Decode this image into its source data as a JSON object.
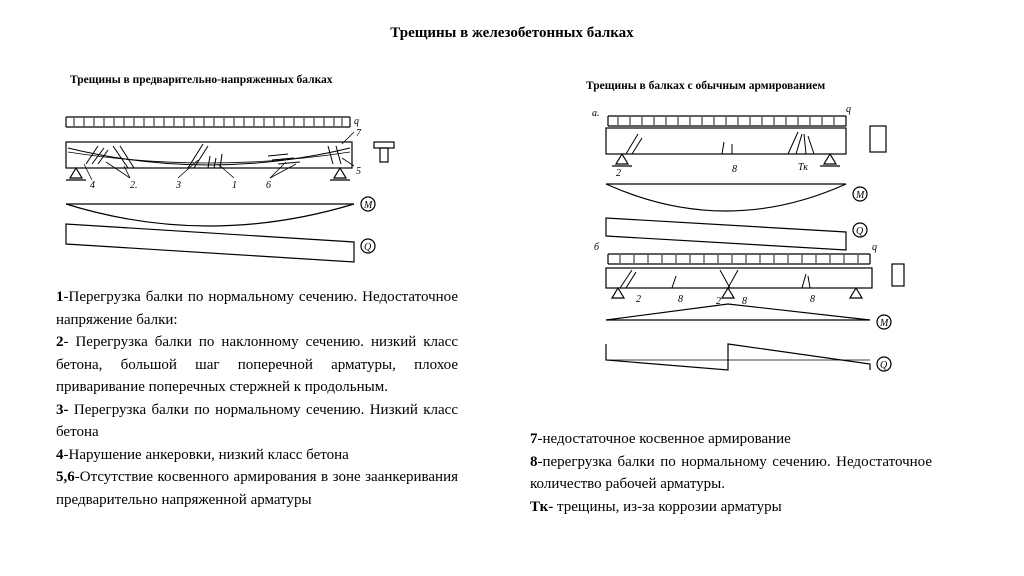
{
  "title": "Трещины в железобетонных  балках",
  "left": {
    "subtitle": "Трещины в предварительно-напряженных балках",
    "labels": {
      "n7": "7",
      "n4": "4",
      "n2": "2.",
      "n3": "3",
      "n1": "1",
      "n6": "6",
      "n5": "5",
      "q": "q",
      "M": "M",
      "Q": "Q"
    },
    "items": [
      {
        "num": "1",
        "text": "-Перегрузка балки по нормальному сечению. Недостаточное напряжение балки:"
      },
      {
        "num": "2",
        "text": "- Перегрузка балки по наклонному сечению. низкий класс бетона, большой шаг поперечной арматуры, плохое приваривание поперечных стержней к продольным."
      },
      {
        "num": "3-",
        "text": " Перегрузка балки по нормальному сечению. Низкий класс бетона"
      },
      {
        "num": "4",
        "text": "-Нарушение анкеровки, низкий класс бетона"
      },
      {
        "num": "5,6",
        "text": "-Отсутствие косвенного армирования в зоне заанкеривания предварительно напряженной арматуры"
      }
    ]
  },
  "right": {
    "subtitle": "Трещины в балках с обычным армированием",
    "labels": {
      "a": "а.",
      "b": "б",
      "q": "q",
      "n2a": "2",
      "n8a": "8",
      "tk": "Тк",
      "n2b": "2",
      "n8b": "8",
      "n2c": "2",
      "n8c": "8",
      "n8d": "8",
      "M": "M",
      "Q": "Q"
    },
    "items": [
      {
        "num": "7",
        "text": "-недостаточное косвенное армирование"
      },
      {
        "num": "8",
        "text": "-перегрузка балки по нормальному сечению. Недостаточное количество рабочей арматуры."
      },
      {
        "num": "Тк-",
        "text": " трещины, из-за коррозии арматуры"
      }
    ]
  }
}
